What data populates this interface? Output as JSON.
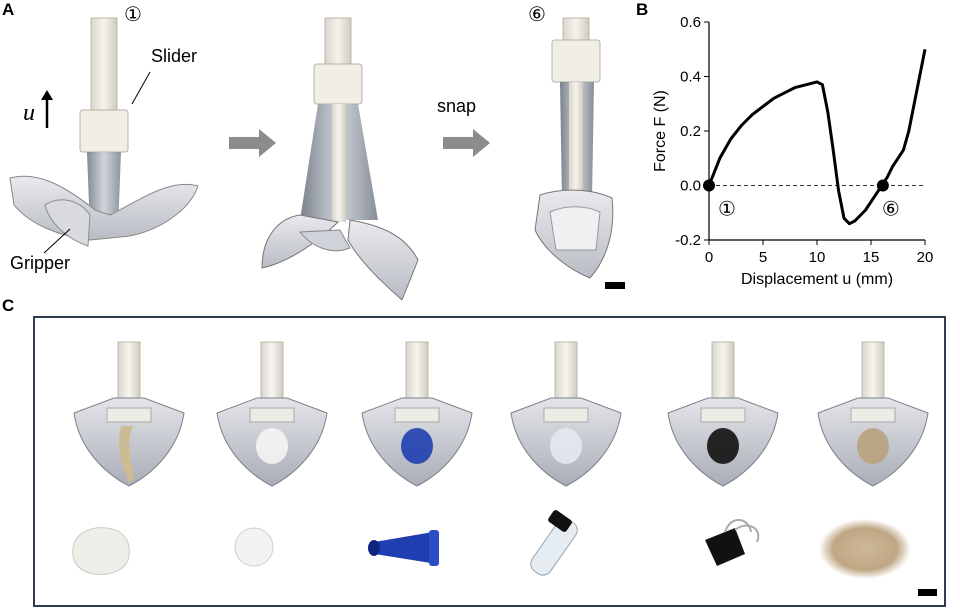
{
  "panels": {
    "a": {
      "letter": "A",
      "u_label": "u",
      "slider_label": "Slider",
      "gripper_label": "Gripper",
      "state_start": "①",
      "state_end": "⑥",
      "snap_label": "snap"
    },
    "b": {
      "letter": "B"
    },
    "c": {
      "letter": "C"
    }
  },
  "chart_data": {
    "type": "line",
    "xlabel": "Displacement u (mm)",
    "ylabel": "Force F (N)",
    "xlim": [
      0,
      20
    ],
    "ylim": [
      -0.2,
      0.6
    ],
    "xticks": [
      0,
      5,
      10,
      15,
      20
    ],
    "yticks": [
      -0.2,
      0.0,
      0.2,
      0.4,
      0.6
    ],
    "ytick_labels": [
      "-0.2",
      "0.0",
      "0.2",
      "0.4",
      "0.6"
    ],
    "zero_line": "dashed",
    "x": [
      0,
      0.5,
      1,
      2,
      3,
      4,
      5,
      6,
      7,
      8,
      9,
      10,
      10.5,
      11,
      11.5,
      12,
      12.5,
      13,
      13.5,
      14,
      14.5,
      15,
      15.5,
      16,
      16.5,
      17,
      17.5,
      18,
      18.5,
      19,
      19.5,
      20
    ],
    "y": [
      0,
      0.05,
      0.1,
      0.17,
      0.22,
      0.26,
      0.29,
      0.32,
      0.34,
      0.36,
      0.37,
      0.38,
      0.37,
      0.27,
      0.13,
      -0.02,
      -0.12,
      -0.14,
      -0.13,
      -0.11,
      -0.09,
      -0.06,
      -0.03,
      0.0,
      0.03,
      0.07,
      0.1,
      0.13,
      0.2,
      0.3,
      0.4,
      0.5
    ],
    "markers": [
      {
        "x": 0,
        "y": 0,
        "label": "①"
      },
      {
        "x": 16.1,
        "y": 0,
        "label": "⑥"
      }
    ]
  }
}
